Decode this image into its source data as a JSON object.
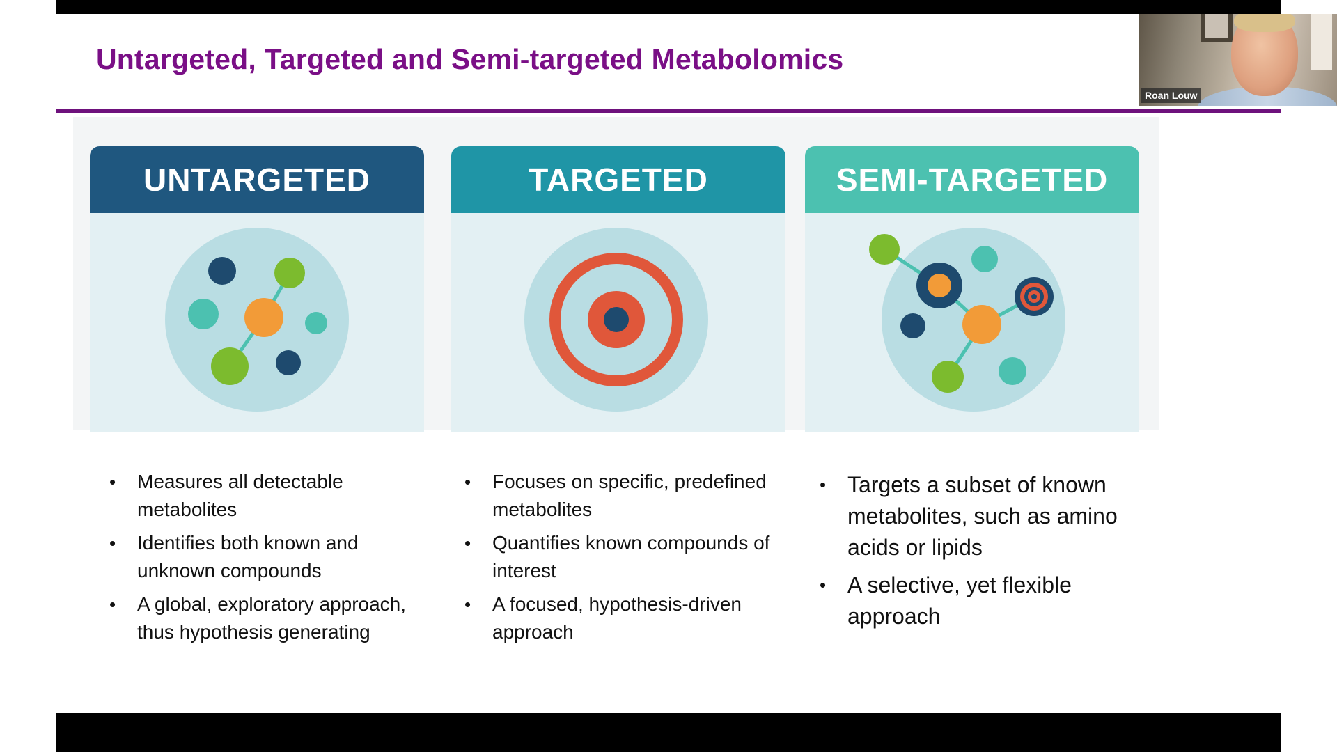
{
  "slide": {
    "title": "Untargeted, Targeted and Semi-targeted Metabolomics"
  },
  "webcam": {
    "participant_name": "Roan Louw"
  },
  "cards": [
    {
      "header": "UNTARGETED",
      "icon": "molecule-network-icon",
      "bullets": [
        "Measures all detectable metabolites",
        "Identifies both known and unknown compounds",
        "A global, exploratory approach, thus hypothesis generating"
      ]
    },
    {
      "header": "TARGETED",
      "icon": "bullseye-target-icon",
      "bullets": [
        "Focuses on specific, predefined metabolites",
        "Quantifies known compounds of interest",
        "A focused, hypothesis-driven approach"
      ]
    },
    {
      "header": "SEMI-TARGETED",
      "icon": "partial-target-network-icon",
      "bullets": [
        "Targets a subset of known metabolites, such as amino acids or lipids",
        "A selective, yet flexible approach"
      ]
    }
  ],
  "colors": {
    "title_purple": "#7a0f86",
    "rule_purple": "#6e117c",
    "untargeted_header": "#1f577f",
    "targeted_header": "#1f95a6",
    "semi_targeted_header": "#4cc1b0",
    "node_orange": "#f29b38",
    "node_green": "#7cbb2e",
    "node_navy": "#1e4a6e",
    "node_teal": "#4cc1b0",
    "target_red": "#e0573a"
  }
}
